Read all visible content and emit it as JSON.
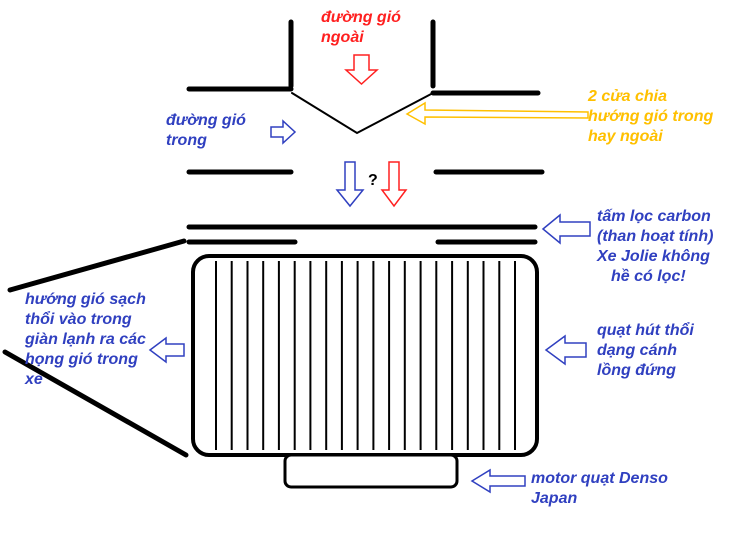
{
  "colors": {
    "red": "#ff2020",
    "blue": "#3040c0",
    "yellow": "#ffc000",
    "black": "#000000"
  },
  "labels": {
    "outside_air_line1": "đường gió",
    "outside_air_line2": "ngoài",
    "inside_air_line1": "đường gió",
    "inside_air_line2": "trong",
    "doors_line1": "2 cửa chia",
    "doors_line2": "hướng gió trong",
    "doors_line3": "hay ngoài",
    "unknown_mark": "?",
    "filter_line1": "tấm lọc carbon",
    "filter_line2": "(than hoạt tính)",
    "filter_line3": "Xe Jolie không",
    "filter_line4": "hề có lọc!",
    "clean_air_line1": "hướng gió sạch",
    "clean_air_line2": "thổi vào trong",
    "clean_air_line3": "giàn lạnh ra các",
    "clean_air_line4": "họng gió trong",
    "clean_air_line5": "xe",
    "fan_line1": "quạt hút thổi",
    "fan_line2": "dạng cánh",
    "fan_line3": "lồng đứng",
    "motor_line1": "motor quạt Denso",
    "motor_line2": "Japan"
  },
  "icons": {
    "intake_arrow": "down-arrow-outline",
    "inside_arrow": "right-arrow-outline",
    "doors_arrow": "left-arrow-outline",
    "filter_arrow": "left-arrow-outline",
    "fan_arrow": "left-arrow-outline",
    "motor_arrow": "left-arrow-outline",
    "clean_air_arrow": "left-arrow-outline"
  }
}
